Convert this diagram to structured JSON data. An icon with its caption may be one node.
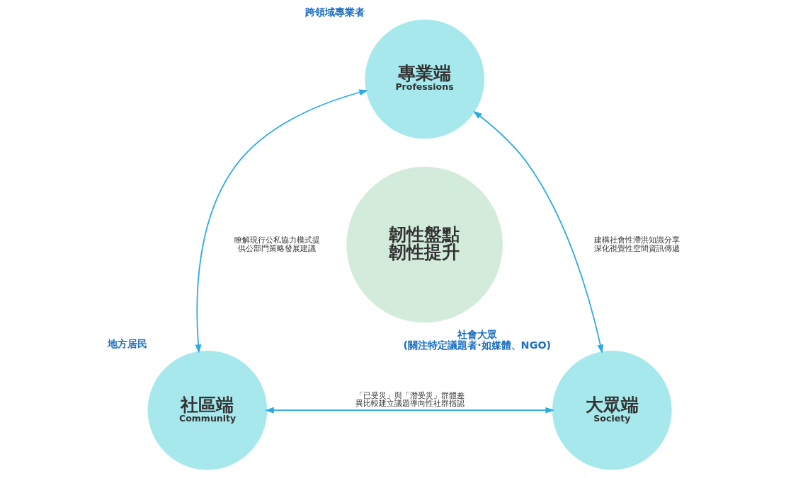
{
  "diagram": {
    "nodes": [
      {
        "text": [
          "專業端",
          "Professions"
        ],
        "beside": [
          "跨領域專業者"
        ]
      },
      {
        "text": [
          "韌性盤點",
          "韌性提升"
        ]
      },
      {
        "text": [
          "社區端",
          "Community"
        ],
        "beside": [
          "地方居民"
        ]
      },
      {
        "text": [
          "大眾端",
          "Society"
        ],
        "beside": [
          "社會大眾",
          "(關注特定議題者·如媒體、NGO)"
        ]
      }
    ],
    "edges": [
      {
        "from": 0,
        "to": 2,
        "arrow": "both",
        "label": "瞭解現行公私協力模式提供公部門策略發展建議"
      },
      {
        "from": 0,
        "to": 3,
        "arrow": "both",
        "label": "建構社會性滯洪知識分享深化視覺性空間資訊傳遞"
      },
      {
        "from": 2,
        "to": 3,
        "arrow": "both",
        "label": "「已受災」與「潛受災」群體差異比較建立議題導向性社群指認"
      }
    ]
  }
}
